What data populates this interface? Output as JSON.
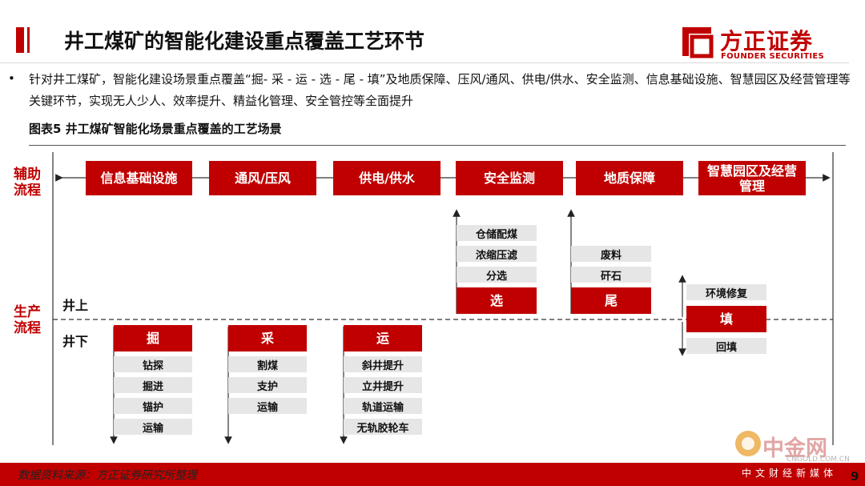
{
  "header": {
    "title": "井工煤矿的智能化建设重点覆盖工艺环节",
    "logo_cn": "方正证券",
    "logo_en": "FOUNDER SECURITIES",
    "accent": "#c00000"
  },
  "body": {
    "bullet": "•",
    "text": "针对井工煤矿，智能化建设场景重点覆盖“掘- 采 - 运 - 选 - 尾 - 填”及地质保障、压风/通风、供电/供水、安全监测、信息基础设施、智慧园区及经营管理等关键环节，实现无人少人、效率提升、精益化管理、安全管控等全面提升"
  },
  "figure": {
    "title": "图表5 井工煤矿智能化场景重点覆盖的工艺场景",
    "aux_label": "辅助流程",
    "prod_label": "生产流程",
    "above_label": "井上",
    "below_label": "井下",
    "aux_items": [
      "信息基础设施",
      "通风/压风",
      "供电/供水",
      "安全监测",
      "地质保障",
      "智慧园区及经营管理"
    ],
    "stages": {
      "jue": {
        "label": "掘",
        "items": [
          "钻探",
          "掘进",
          "锚护",
          "运输"
        ]
      },
      "cai": {
        "label": "采",
        "items": [
          "割煤",
          "支护",
          "运输"
        ]
      },
      "yun": {
        "label": "运",
        "items": [
          "斜井提升",
          "立井提升",
          "轨道运输",
          "无轨胶轮车"
        ]
      },
      "xuan": {
        "label": "选",
        "items": [
          "仓储配煤",
          "浓缩压滤",
          "分选"
        ]
      },
      "wei": {
        "label": "尾",
        "items": [
          "废料",
          "矸石"
        ]
      },
      "tian": {
        "label": "填",
        "top": "环境修复",
        "bottom": "回填"
      }
    }
  },
  "footer": {
    "source": "数据资料来源：方正证券研究所整理",
    "page": "9"
  },
  "watermark": {
    "text": "中金网",
    "sub": "CNGOLD.COM.CN",
    "cn": "中文财经新媒体"
  }
}
